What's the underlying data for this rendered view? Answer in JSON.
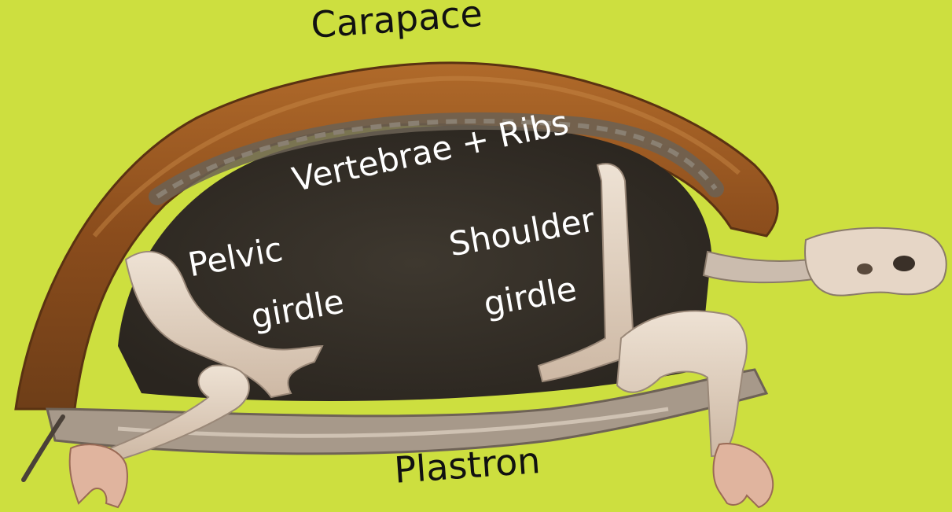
{
  "colors": {
    "background": "#cddf3f",
    "carapace": "#9a5a22",
    "cavity": "#3a342c",
    "bone": "#e6d6c6",
    "label_dark": "#111111",
    "label_light": "#ffffff"
  },
  "labels": {
    "carapace": "Carapace",
    "plastron": "Plastron",
    "vertebrae_ribs": "Vertebrae + Ribs",
    "pelvic_line1": "Pelvic",
    "pelvic_line2": "girdle",
    "shoulder_line1": "Shoulder",
    "shoulder_line2": "girdle"
  }
}
